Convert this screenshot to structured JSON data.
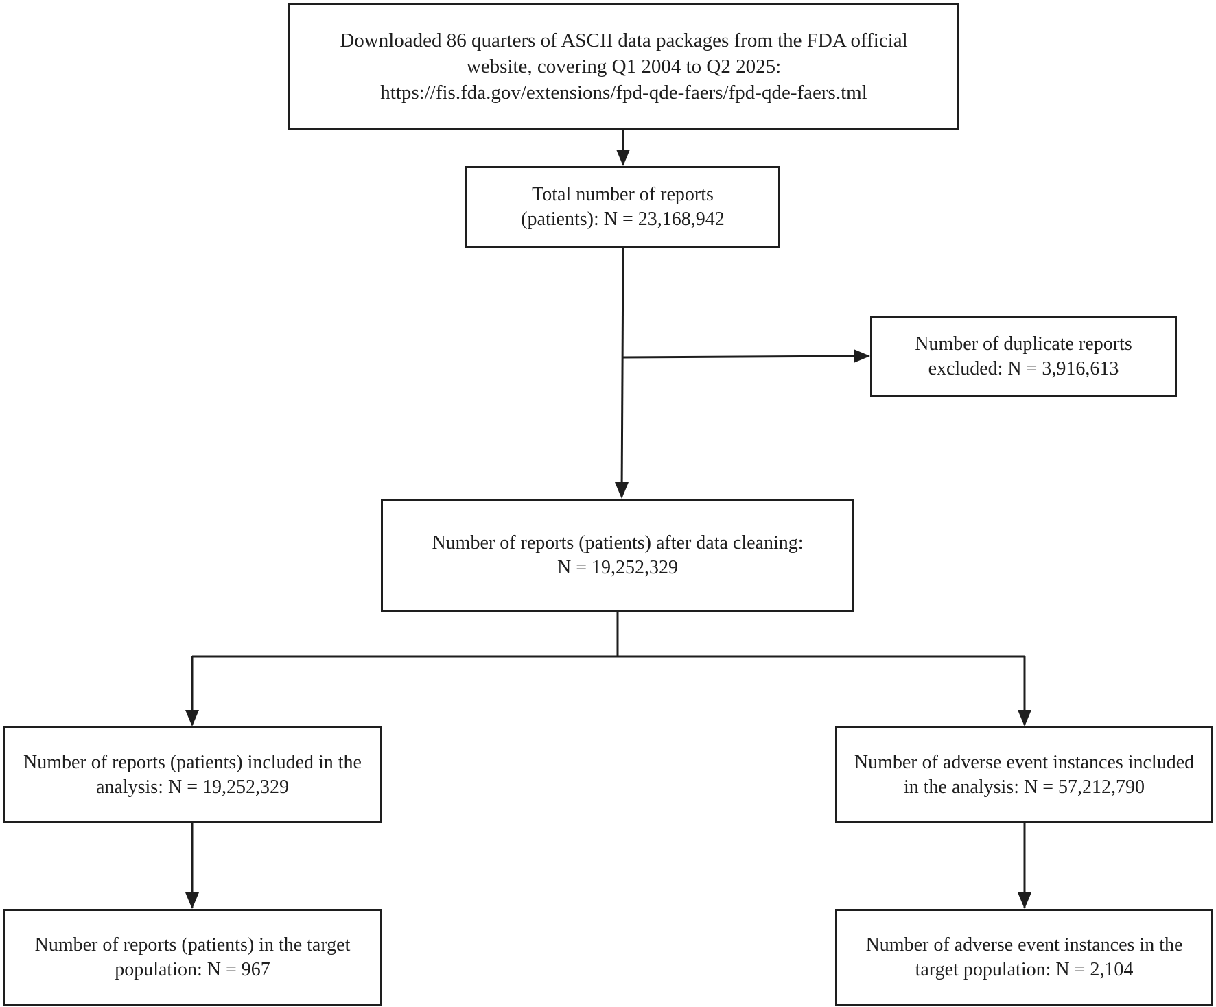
{
  "diagram": {
    "nodes": {
      "source": {
        "lines": [
          "Downloaded 86 quarters of ASCII data packages from the FDA official",
          "website, covering Q1 2004 to Q2 2025:",
          "https://fis.fda.gov/extensions/fpd-qde-faers/fpd-qde-faers.tml"
        ]
      },
      "total": {
        "lines": [
          "Total number of reports",
          "(patients): N = 23,168,942"
        ]
      },
      "duplicates": {
        "lines": [
          "Number of duplicate reports",
          "excluded: N = 3,916,613"
        ]
      },
      "cleaned": {
        "lines": [
          "Number of reports (patients) after data cleaning:",
          "N = 19,252,329"
        ]
      },
      "reports_analysis": {
        "lines": [
          "Number of reports (patients) included in the",
          "analysis: N = 19,252,329"
        ]
      },
      "events_analysis": {
        "lines": [
          "Number of adverse event instances included",
          "in the analysis: N = 57,212,790"
        ]
      },
      "reports_target": {
        "lines": [
          "Number of reports (patients) in the target",
          "population: N = 967"
        ]
      },
      "events_target": {
        "lines": [
          "Number of adverse event instances in the",
          "target population: N = 2,104"
        ]
      }
    },
    "edges": [
      {
        "from": "source",
        "to": "total"
      },
      {
        "from": "total",
        "to": "cleaned"
      },
      {
        "from": "total",
        "to": "duplicates"
      },
      {
        "from": "cleaned",
        "to": "reports_analysis"
      },
      {
        "from": "cleaned",
        "to": "events_analysis"
      },
      {
        "from": "reports_analysis",
        "to": "reports_target"
      },
      {
        "from": "events_analysis",
        "to": "events_target"
      }
    ],
    "line_color": "#1e1e1e"
  }
}
